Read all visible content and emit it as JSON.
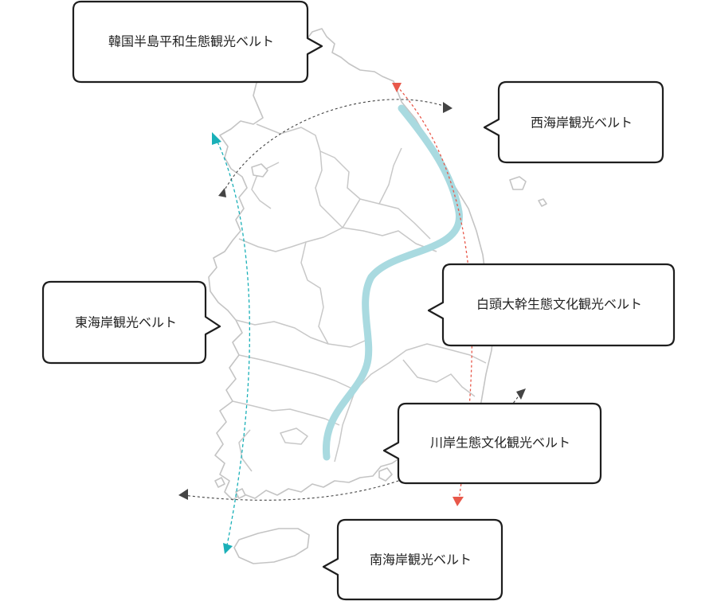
{
  "callouts": {
    "dmz_belt": "韓国半島平和生態観光ベルト",
    "west_coast_belt": "西海岸観光ベルト",
    "baekdu_belt": "白頭大幹生態文化観光ベルト",
    "east_coast_belt": "東海岸観光ベルト",
    "river_belt": "川岸生態文化観光ベルト",
    "south_coast_belt": "南海岸観光ベルト"
  },
  "colors": {
    "baekdu_route": "#a9dae0",
    "west_route": "#1ab0b8",
    "east_route": "#e8584a",
    "arc_route": "#444444",
    "map_outline": "#c4c4c4",
    "bubble_border": "#1e1e1e"
  }
}
